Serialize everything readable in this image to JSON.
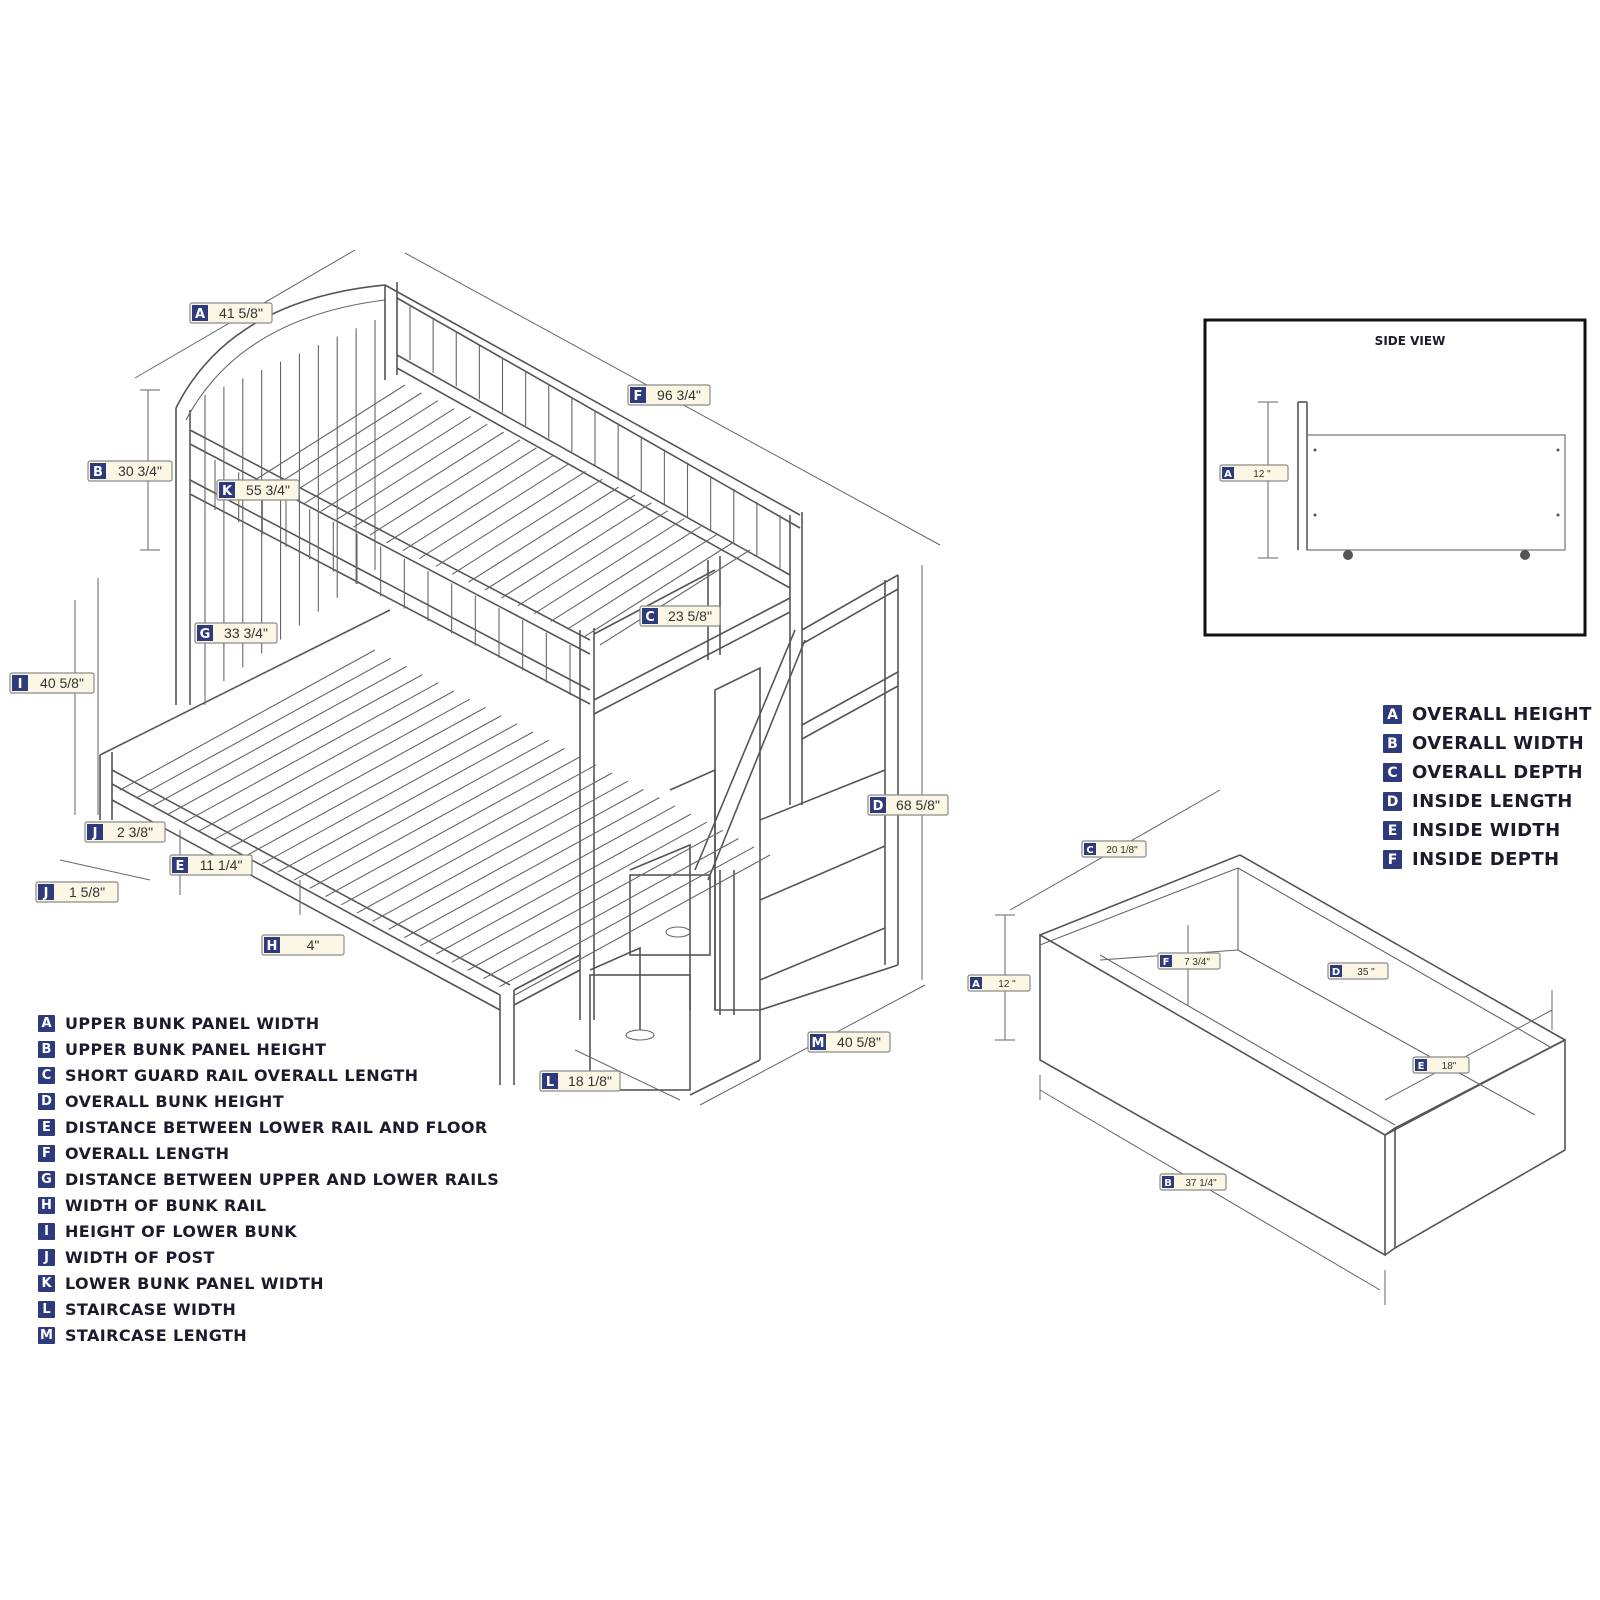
{
  "bed_dimensions": [
    {
      "key": "A",
      "value": "41 5/8\""
    },
    {
      "key": "F",
      "value": "96 3/4\""
    },
    {
      "key": "B",
      "value": "30 3/4\""
    },
    {
      "key": "K",
      "value": "55 3/4\""
    },
    {
      "key": "C",
      "value": "23 5/8\""
    },
    {
      "key": "G",
      "value": "33 3/4\""
    },
    {
      "key": "I",
      "value": "40 5/8\""
    },
    {
      "key": "D",
      "value": "68 5/8\""
    },
    {
      "key": "J",
      "value": "2 3/8\""
    },
    {
      "key": "E",
      "value": "11 1/4\""
    },
    {
      "key": "J",
      "value": "1 5/8\""
    },
    {
      "key": "H",
      "value": "4\""
    },
    {
      "key": "M",
      "value": "40 5/8\""
    },
    {
      "key": "L",
      "value": "18 1/8\""
    }
  ],
  "bed_legend": [
    {
      "key": "A",
      "label": "UPPER BUNK PANEL WIDTH"
    },
    {
      "key": "B",
      "label": "UPPER BUNK PANEL HEIGHT"
    },
    {
      "key": "C",
      "label": "SHORT GUARD RAIL OVERALL LENGTH"
    },
    {
      "key": "D",
      "label": "OVERALL BUNK HEIGHT"
    },
    {
      "key": "E",
      "label": "DISTANCE BETWEEN LOWER RAIL AND FLOOR"
    },
    {
      "key": "F",
      "label": "OVERALL LENGTH"
    },
    {
      "key": "G",
      "label": "DISTANCE BETWEEN UPPER AND LOWER RAILS"
    },
    {
      "key": "H",
      "label": "WIDTH OF BUNK RAIL"
    },
    {
      "key": "I",
      "label": "HEIGHT OF LOWER BUNK"
    },
    {
      "key": "J",
      "label": "WIDTH OF POST"
    },
    {
      "key": "K",
      "label": "LOWER BUNK PANEL WIDTH"
    },
    {
      "key": "L",
      "label": "STAIRCASE WIDTH"
    },
    {
      "key": "M",
      "label": "STAIRCASE LENGTH"
    }
  ],
  "side_view": {
    "title": "SIDE VIEW",
    "dimension": {
      "key": "A",
      "value": "12 \""
    }
  },
  "drawer_dimensions": [
    {
      "key": "C",
      "value": "20 1/8\""
    },
    {
      "key": "F",
      "value": "7 3/4\""
    },
    {
      "key": "D",
      "value": "35 \""
    },
    {
      "key": "A",
      "value": "12 \""
    },
    {
      "key": "E",
      "value": "18\""
    },
    {
      "key": "B",
      "value": "37 1/4\""
    }
  ],
  "drawer_legend": [
    {
      "key": "A",
      "label": "OVERALL HEIGHT"
    },
    {
      "key": "B",
      "label": "OVERALL WIDTH"
    },
    {
      "key": "C",
      "label": "OVERALL DEPTH"
    },
    {
      "key": "D",
      "label": "INSIDE LENGTH"
    },
    {
      "key": "E",
      "label": "INSIDE WIDTH"
    },
    {
      "key": "F",
      "label": "INSIDE DEPTH"
    }
  ],
  "colors": {
    "key_fill": "#2d3a7c",
    "tag_fill": "#fbf7e4",
    "line": "#555555"
  }
}
